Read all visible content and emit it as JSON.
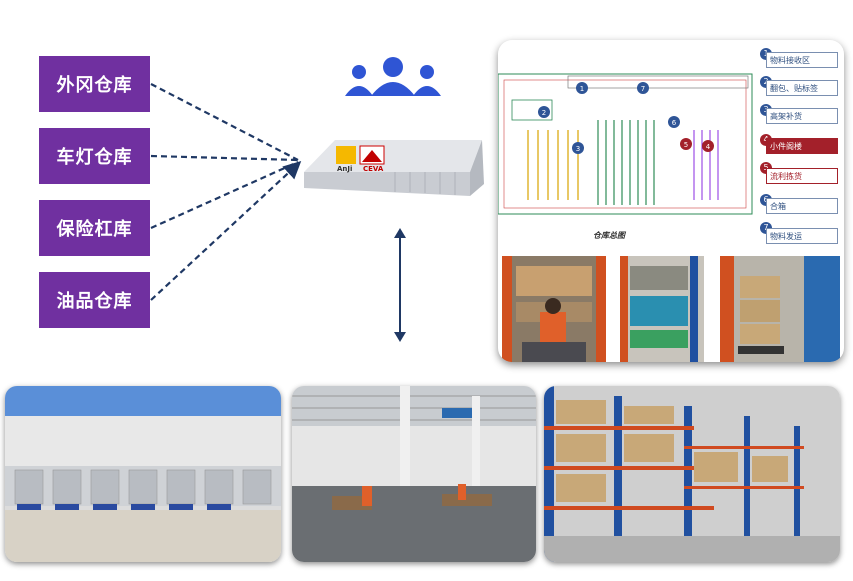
{
  "warehouses": [
    {
      "label": "外冈仓库"
    },
    {
      "label": "车灯仓库"
    },
    {
      "label": "保险杠库"
    },
    {
      "label": "油品仓库"
    }
  ],
  "hub": {
    "logo_left": "AnJi",
    "logo_right": "CEVA"
  },
  "layout": {
    "caption": "仓库总图",
    "legend": [
      {
        "num": "1",
        "label": "物料接收区"
      },
      {
        "num": "2",
        "label": "翻包、贴标签"
      },
      {
        "num": "3",
        "label": "高架补货"
      },
      {
        "num": "4",
        "label": "小件阁楼"
      },
      {
        "num": "5",
        "label": "流利拣货"
      },
      {
        "num": "6",
        "label": "合箱"
      },
      {
        "num": "7",
        "label": "物料发运"
      }
    ]
  },
  "colors": {
    "accent": "#7030a0",
    "connector": "#1f3864",
    "people": "#2f55d4",
    "legend_highlight": "#a3202a"
  }
}
